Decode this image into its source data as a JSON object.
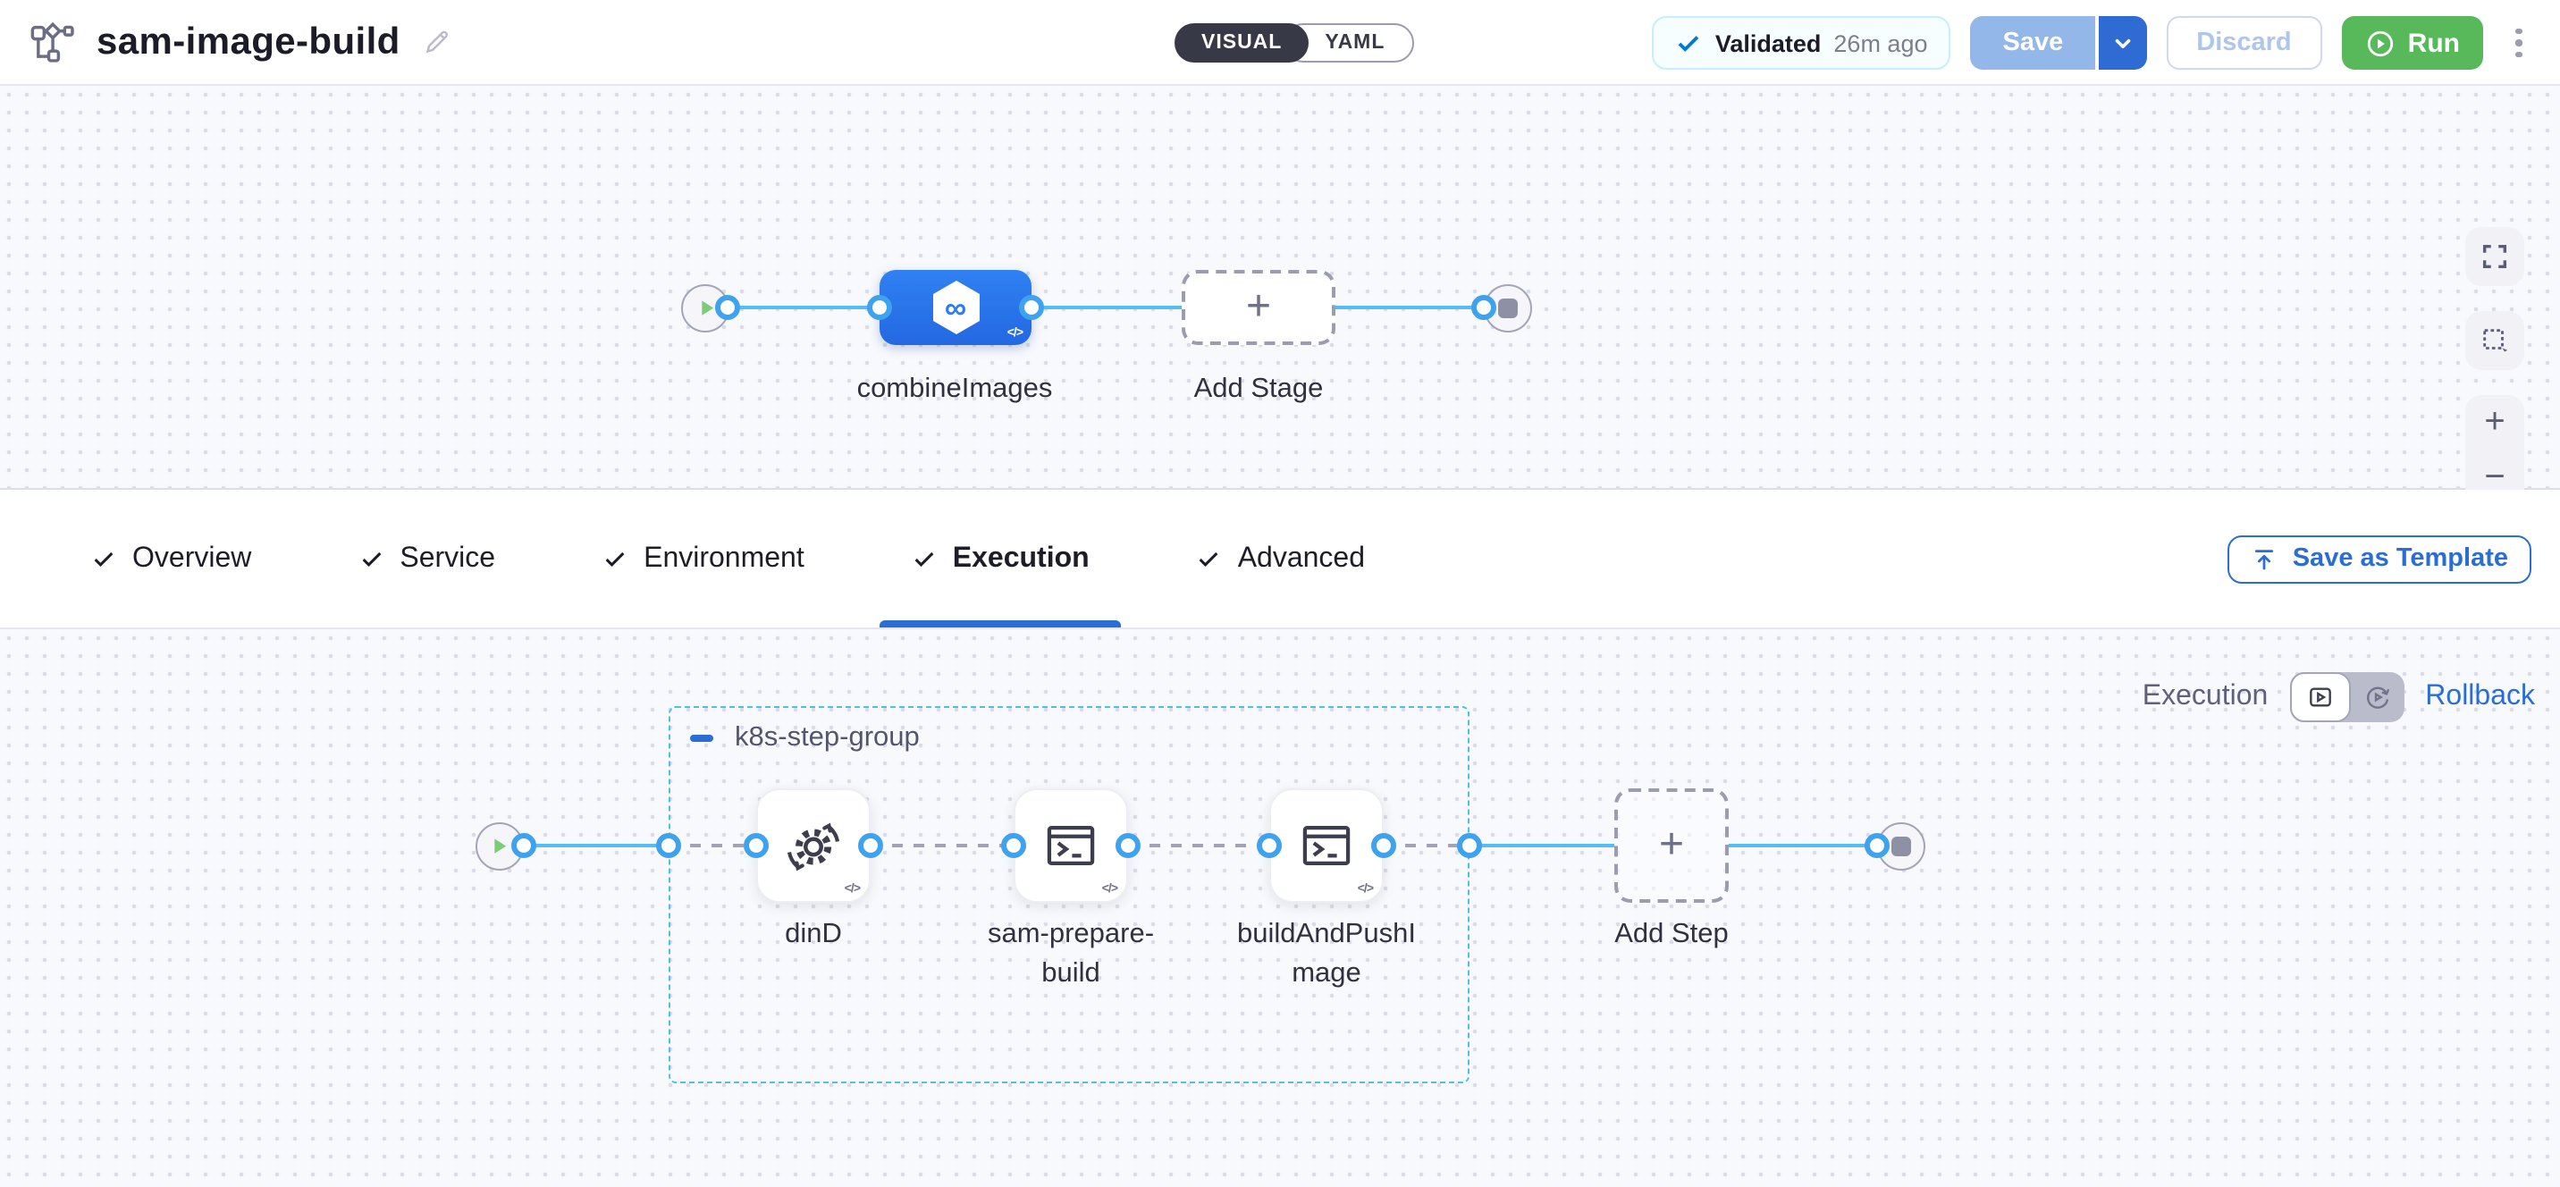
{
  "header": {
    "title": "sam-image-build",
    "view_toggle": {
      "visual_label": "VISUAL",
      "yaml_label": "YAML",
      "selected": "VISUAL"
    },
    "validated": {
      "label": "Validated",
      "time_ago": "26m ago"
    },
    "save_label": "Save",
    "discard_label": "Discard",
    "run_label": "Run"
  },
  "stage_canvas": {
    "stage_name": "combineImages",
    "add_stage_label": "Add Stage",
    "code_badge": "</>"
  },
  "tabs": {
    "items": [
      {
        "label": "Overview",
        "checked": true
      },
      {
        "label": "Service",
        "checked": true
      },
      {
        "label": "Environment",
        "checked": true
      },
      {
        "label": "Execution",
        "checked": true,
        "active": true
      },
      {
        "label": "Advanced",
        "checked": true
      }
    ],
    "active": "Execution",
    "save_as_template_label": "Save as Template"
  },
  "execution_canvas": {
    "mode_label": "Execution",
    "rollback_label": "Rollback",
    "step_group": {
      "name": "k8s-step-group",
      "steps": [
        {
          "name": "dinD",
          "icon": "sync-gear-icon"
        },
        {
          "name": "sam-prepare-build",
          "icon": "terminal-icon"
        },
        {
          "name": "buildAndPushImage",
          "icon": "terminal-icon"
        }
      ]
    },
    "add_step_label": "Add Step",
    "code_badge": "</>"
  },
  "icons": {
    "plus": "+",
    "minus": "−",
    "infinity": "∞"
  },
  "colors": {
    "accent_blue": "#2a6dd5",
    "stage_blue": "#2f81f3",
    "run_green": "#58b95b",
    "connector_blue": "#56bdf2",
    "connector_dot_ring": "#3fa2ee",
    "group_dash": "#4fc0ec",
    "validated_border": "#c5eeff",
    "save_disabled": "#94b7e9",
    "canvas_bg": "#f8f9fc"
  }
}
